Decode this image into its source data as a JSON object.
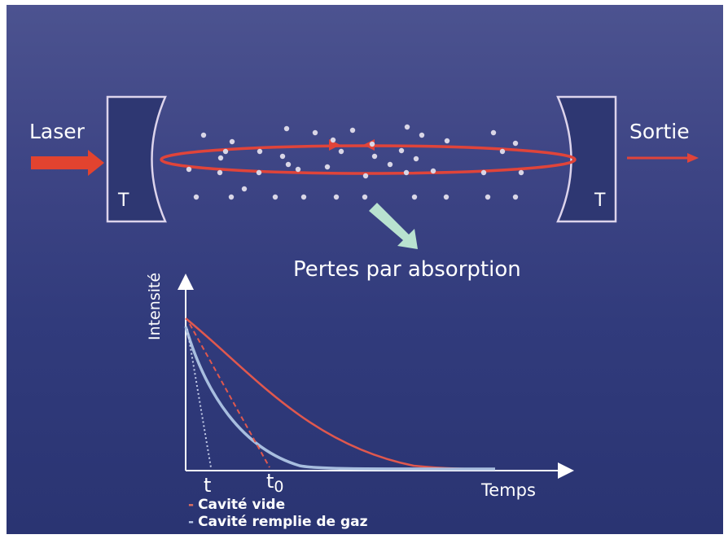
{
  "labels": {
    "input": "Laser",
    "output": "Sortie",
    "mirror_left": "T",
    "mirror_right": "T",
    "losses": "Pertes par absorption"
  },
  "chart": {
    "y_axis": "Intensité",
    "x_axis": "Temps",
    "tick_t": "t",
    "tick_t0_main": "t",
    "tick_t0_sub": "0",
    "legend": [
      {
        "dash": "-",
        "label": "Cavité vide",
        "color": "#e0584e"
      },
      {
        "dash": "-",
        "label": "Cavité remplie de gaz",
        "color": "#b8c8e8"
      }
    ]
  },
  "colors": {
    "background_top": "#4c5390",
    "background_bottom": "#2a3472",
    "laser_beam": "#e0443a",
    "loss_arrow": "#b9e2d0",
    "gas_curve": "#a8bedf",
    "empty_curve": "#e0584e"
  }
}
